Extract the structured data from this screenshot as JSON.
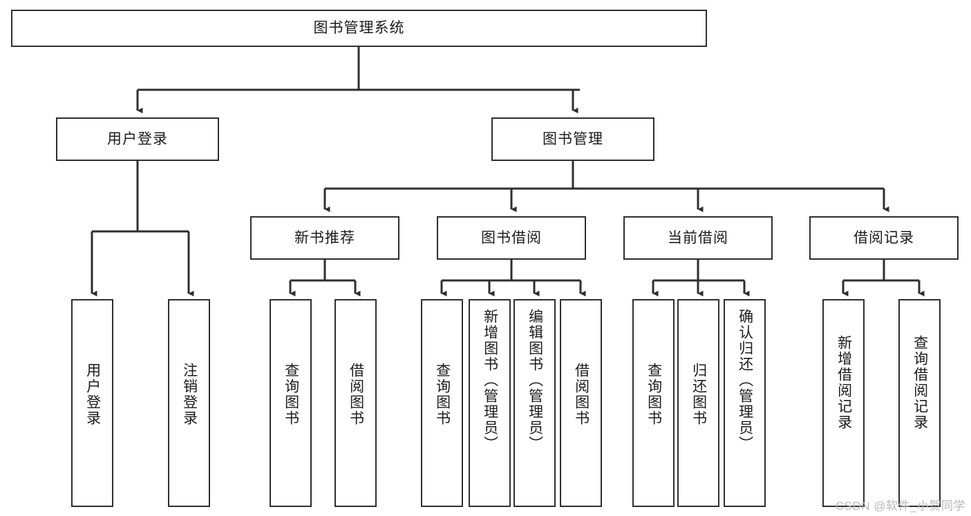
{
  "diagram": {
    "type": "tree-hierarchy",
    "title": "图书管理系统",
    "watermark": "CSDN @软件_小贺同学",
    "colors": {
      "box_border": "#2e2e2e",
      "box_fill": "#ffffff",
      "edge": "#2e2e2e",
      "text": "#1b1b1b",
      "watermark": "#b9b9b9"
    },
    "nodes": {
      "root": {
        "label": "图书管理系统"
      },
      "level2": [
        {
          "label": "用户登录"
        },
        {
          "label": "图书管理"
        }
      ],
      "level3": [
        {
          "label": "新书推荐"
        },
        {
          "label": "图书借阅"
        },
        {
          "label": "当前借阅"
        },
        {
          "label": "借阅记录"
        }
      ],
      "leaves": {
        "user_login": [
          {
            "label": "用户登录"
          },
          {
            "label": "注销登录"
          }
        ],
        "new_book_recommend": [
          {
            "label": "查询图书"
          },
          {
            "label": "借阅图书"
          }
        ],
        "book_borrow": [
          {
            "label": "查询图书"
          },
          {
            "label": "新增图书（管理员）"
          },
          {
            "label": "编辑图书（管理员）"
          },
          {
            "label": "借阅图书"
          }
        ],
        "current_borrow": [
          {
            "label": "查询图书"
          },
          {
            "label": "归还图书"
          },
          {
            "label": "确认归还（管理员）"
          }
        ],
        "borrow_record": [
          {
            "label": "新增借阅记录"
          },
          {
            "label": "查询借阅记录"
          }
        ]
      }
    }
  }
}
